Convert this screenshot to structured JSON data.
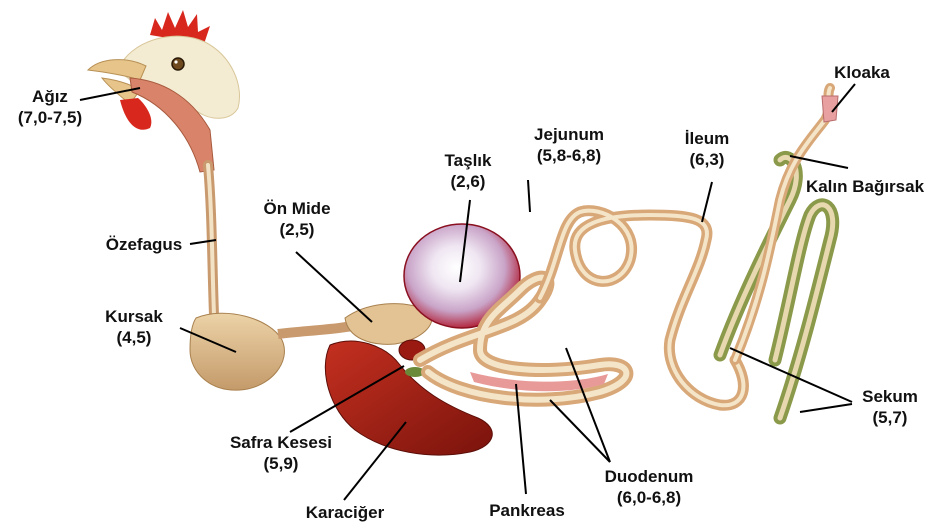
{
  "labels": {
    "agiz": {
      "name": "Ağız",
      "value": "(7,0-7,5)"
    },
    "ozefagus": {
      "name": "Özefagus"
    },
    "kursak": {
      "name": "Kursak",
      "value": "(4,5)"
    },
    "on_mide": {
      "name": "Ön Mide",
      "value": "(2,5)"
    },
    "taslik": {
      "name": "Taşlık",
      "value": "(2,6)"
    },
    "jejunum": {
      "name": "Jejunum",
      "value": "(5,8-6,8)"
    },
    "ileum": {
      "name": "İleum",
      "value": "(6,3)"
    },
    "kloaka": {
      "name": "Kloaka"
    },
    "kalin": {
      "name": "Kalın Bağırsak"
    },
    "sekum": {
      "name": "Sekum",
      "value": "(5,7)"
    },
    "safra": {
      "name": "Safra Kesesi",
      "value": "(5,9)"
    },
    "karaciger": {
      "name": "Karaciğer"
    },
    "pankreas": {
      "name": "Pankreas"
    },
    "duodenum": {
      "name": "Duodenum",
      "value": "(6,0-6,8)"
    }
  },
  "colors": {
    "comb": "#d8281e",
    "head": "#f3ecd2",
    "beak": "#e6c48a",
    "tube": "#d8a878",
    "tube_light": "#f4e4c8",
    "liver": "#a81e14",
    "gizzard": "#cf2a40",
    "gizzard_light": "#f2e8f4",
    "gut_inner": "#e89a98",
    "cecum": "#8a9a4a",
    "leader": "#000000"
  }
}
